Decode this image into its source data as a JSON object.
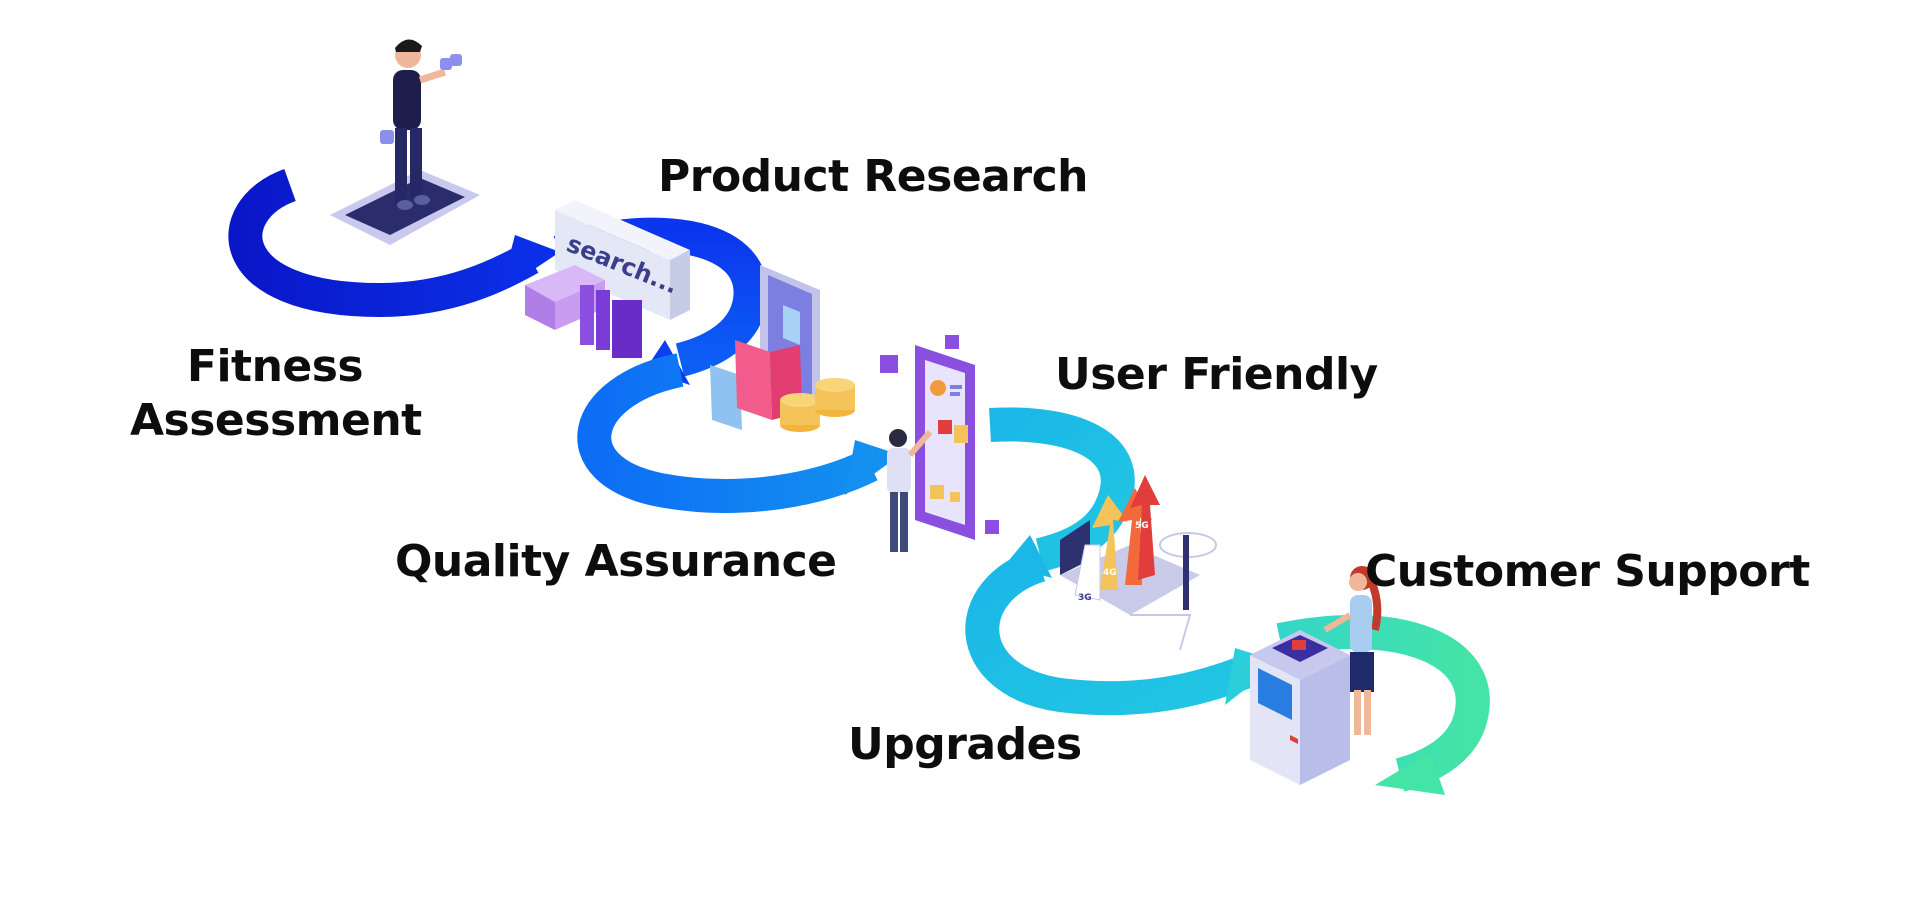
{
  "steps": [
    {
      "id": "fitness",
      "line1": "Fitness",
      "line2": "Assessment",
      "icon": "person-on-phone-with-dumbbells-icon",
      "arrow_color": "#0b1fd6"
    },
    {
      "id": "research",
      "line1": "Product Research",
      "icon": "search-box-with-books-icon",
      "arrow_color": "#0c3ff0"
    },
    {
      "id": "quality",
      "line1": "Quality Assurance",
      "icon": "shopping-bags-on-phone-with-coins-icon",
      "arrow_color": "#0d6df5"
    },
    {
      "id": "friendly",
      "line1": "User Friendly",
      "icon": "person-touching-mobile-app-icon",
      "arrow_color": "#139ef0"
    },
    {
      "id": "upgrades",
      "line1": "Upgrades",
      "icon": "laptop-with-3g-4g-5g-arrows-icon",
      "arrow_color": "#1fc4e6"
    },
    {
      "id": "support",
      "line1": "Customer Support",
      "icon": "woman-at-server-terminal-icon",
      "arrow_color": "#3fe0b0"
    }
  ],
  "illustration_text": {
    "search_box": "search...",
    "network_3g": "3G",
    "network_4g": "4G",
    "network_5g": "5G"
  }
}
